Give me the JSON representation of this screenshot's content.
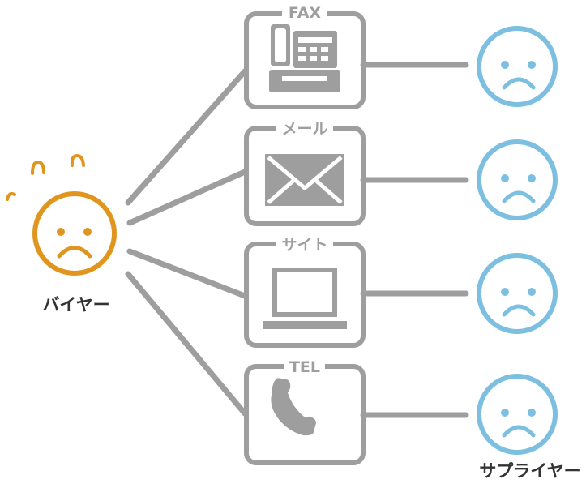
{
  "buyer": {
    "label": "バイヤー",
    "color": "#E0951E"
  },
  "supplier": {
    "label": "サプライヤー",
    "color": "#7DBFE0"
  },
  "line_color": "#9E9E9E",
  "channels": [
    {
      "label": "FAX",
      "icon": "fax-icon"
    },
    {
      "label": "メール",
      "icon": "envelope-icon"
    },
    {
      "label": "サイト",
      "icon": "laptop-icon"
    },
    {
      "label": "TEL",
      "icon": "phone-icon"
    }
  ]
}
